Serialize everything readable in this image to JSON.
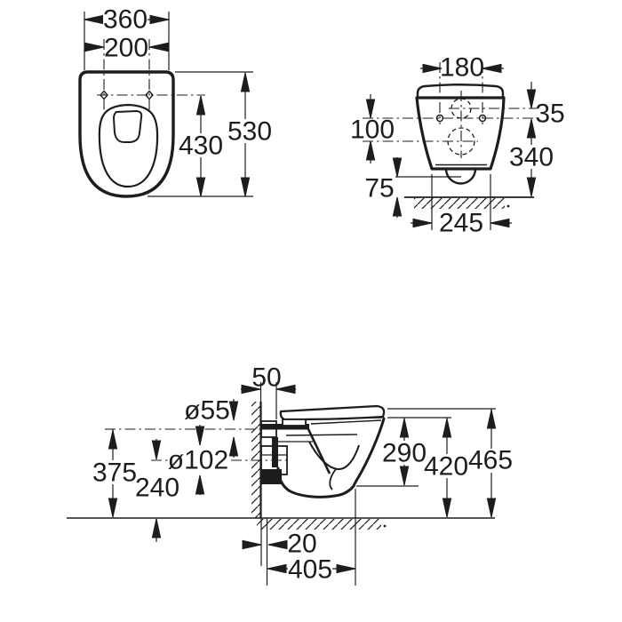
{
  "drawing": {
    "background": "#ffffff",
    "line_color": "#1d1d1d",
    "views": {
      "top": {
        "overall_width": "360",
        "holes_spacing": "200",
        "overall_depth": "530",
        "holes_to_front": "430"
      },
      "rear": {
        "holes_spacing": "180",
        "top_to_inlet": "35",
        "holes_to_outlet": "100",
        "holes_to_floor": "340",
        "underside_clearance": "75",
        "base_width": "245"
      },
      "side": {
        "wall_offset": "50",
        "inlet_diameter": "ø55",
        "outlet_diameter": "ø102",
        "inlet_height": "375",
        "outlet_height": "240",
        "rim_to_underside": "290",
        "rim_height": "420",
        "overall_height": "465",
        "rear_gap": "20",
        "projection": "405"
      }
    }
  }
}
